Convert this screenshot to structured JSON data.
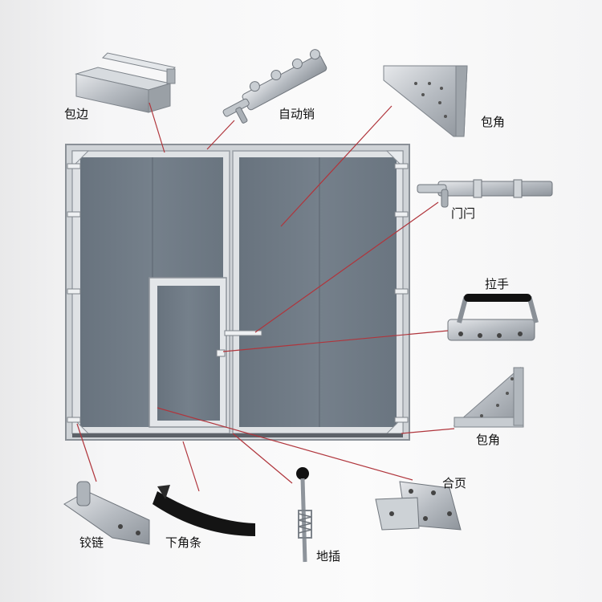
{
  "labels": {
    "edge_trim": "包边",
    "auto_bolt": "自动销",
    "corner_brace_top": "包角",
    "door_latch": "门闩",
    "pull_handle": "拉手",
    "corner_brace_bottom": "包角",
    "hinge_plate": "合页",
    "hinge": "铰链",
    "bottom_seal_strip": "下角条",
    "floor_bolt": "地插"
  },
  "colors": {
    "panel": "#6f7a85",
    "frame": "#d9dcdf",
    "leader": "#b0353c",
    "metal": "#b9bec4"
  }
}
